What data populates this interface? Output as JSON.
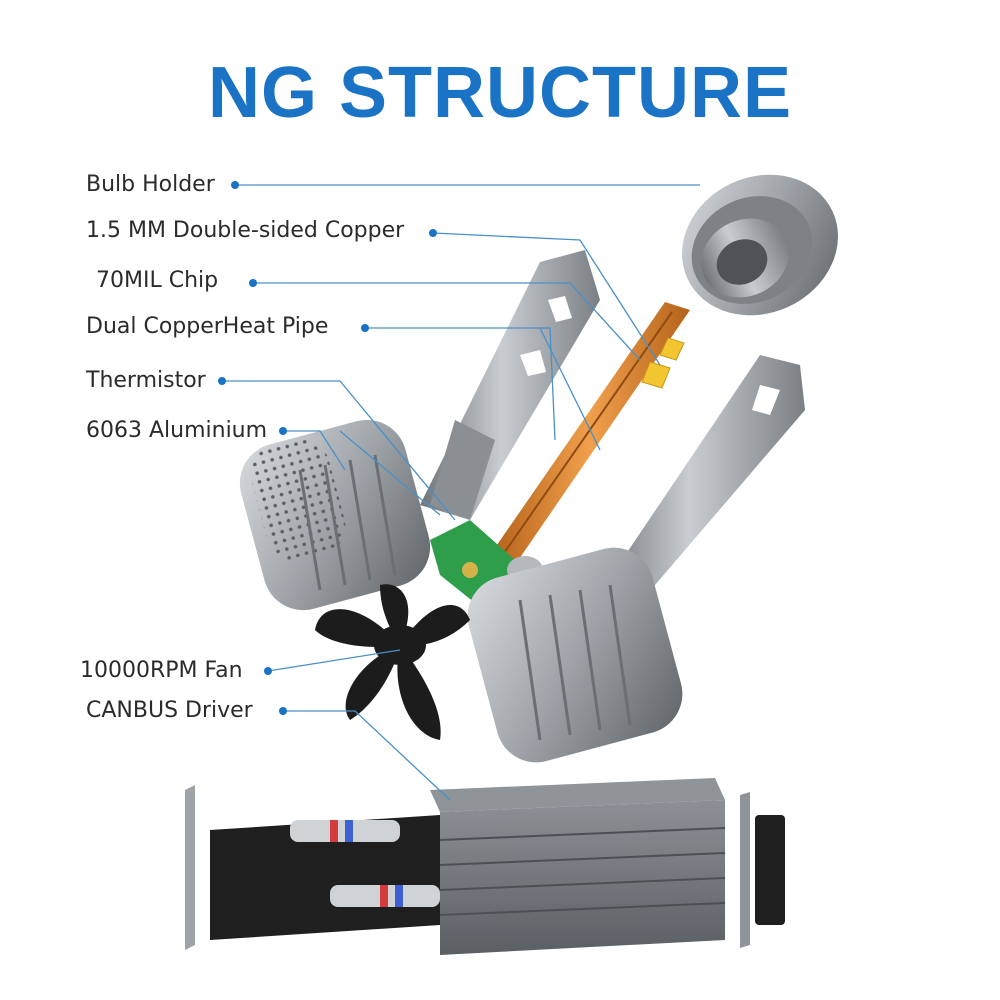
{
  "title": "NG STRUCTURE",
  "labels": [
    {
      "id": "bulb-holder",
      "text": "Bulb Holder"
    },
    {
      "id": "copper-board",
      "text": "1.5 MM Double-sided Copper"
    },
    {
      "id": "chip",
      "text": "70MIL Chip"
    },
    {
      "id": "heat-pipe",
      "text": "Dual CopperHeat Pipe"
    },
    {
      "id": "thermistor",
      "text": "Thermistor"
    },
    {
      "id": "aluminium",
      "text": "6063 Aluminium"
    },
    {
      "id": "fan",
      "text": "10000RPM Fan"
    },
    {
      "id": "driver",
      "text": "CANBUS Driver"
    }
  ],
  "colors": {
    "title": "#1a73c5",
    "leader_dot": "#1a73c5",
    "leader_line": "#4a90c8",
    "aluminium": "#9ea3a8",
    "copper": "#d9822b",
    "chip": "#f2c531",
    "pcb": "#2f9e4a",
    "fan": "#1c1c1c"
  }
}
